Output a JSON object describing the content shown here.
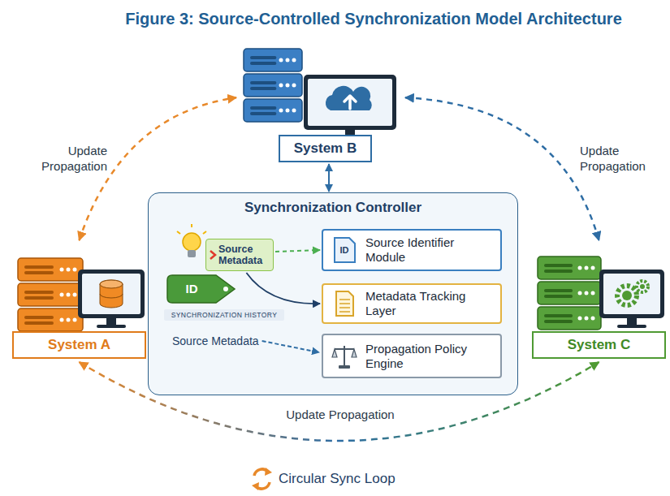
{
  "diagram": {
    "title": "Figure 3: Source-Controlled Synchronization Model Architecture",
    "nodes": [
      {
        "text": [
          "System B"
        ]
      },
      {
        "text": [
          "Synchronization Controller"
        ]
      },
      {
        "text": [
          "Source Metadata"
        ],
        "in": 1
      },
      {
        "text": [
          "Source Identifier Module"
        ],
        "in": 1
      },
      {
        "text": [
          "Metadata Tracking Layer"
        ],
        "in": 1
      },
      {
        "text": [
          "Propagation Policy Engine"
        ],
        "in": 1
      },
      {
        "text": [
          "System A"
        ]
      },
      {
        "text": [
          "System C"
        ]
      }
    ],
    "edges": [
      {
        "from": 6,
        "to": 0,
        "label": "Update Propagation",
        "arrow": "both"
      },
      {
        "from": 0,
        "to": 7,
        "label": "Update Propagation",
        "arrow": "both"
      },
      {
        "from": 6,
        "to": 7,
        "label": "Update Propagation",
        "arrow": "both"
      },
      {
        "from": 0,
        "to": 1,
        "arrow": "both"
      },
      {
        "from": 2,
        "to": 3,
        "arrow": "to"
      },
      {
        "from": 2,
        "to": 4,
        "arrow": "to"
      }
    ],
    "labels": [
      "ID",
      "ID",
      "SYNCHRONIZATION HISTORY",
      "Source Metadata",
      "Circular Sync Loop"
    ]
  }
}
